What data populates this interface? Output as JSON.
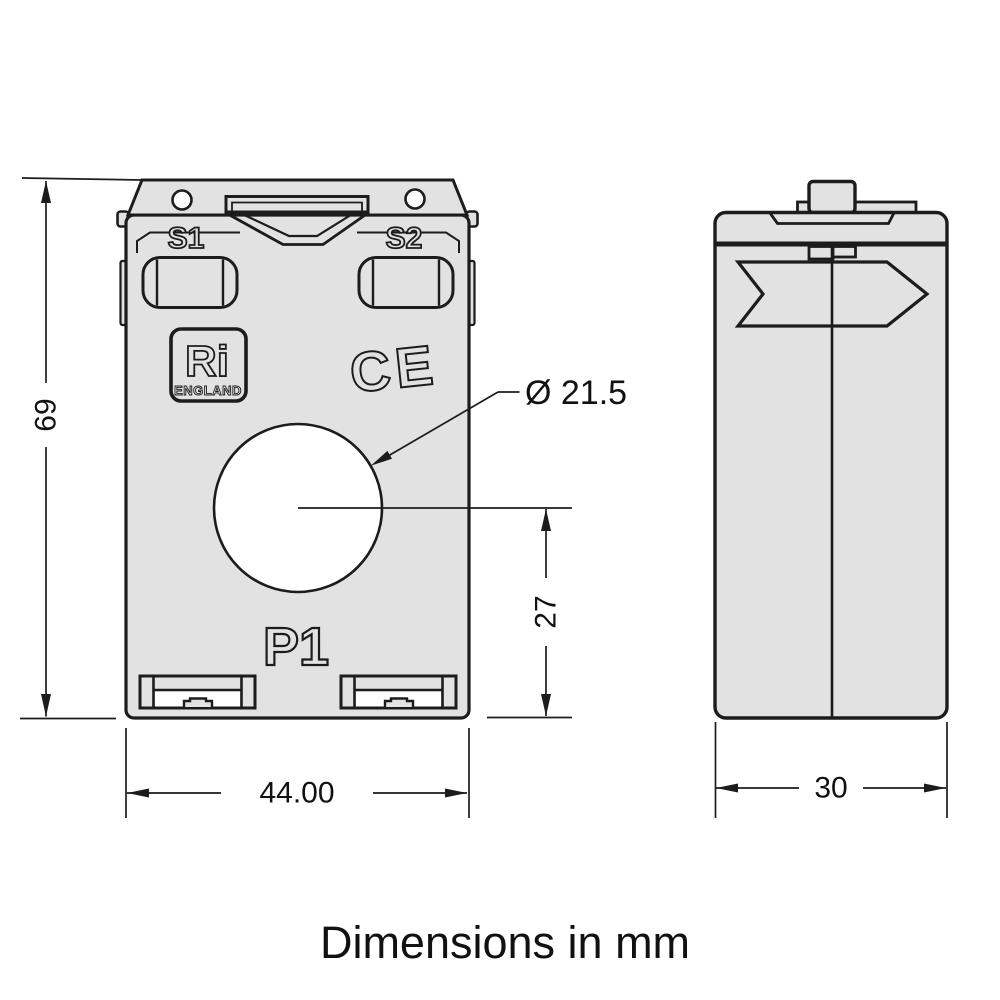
{
  "drawing": {
    "front_view": {
      "label_s1": "S1",
      "label_s2": "S2",
      "label_p1": "P1",
      "ce_mark": "CE",
      "logo_brand": "Ri",
      "logo_country": "ENGLAND"
    },
    "dimensions": {
      "overall_height_mm": "69",
      "overall_width_mm": "44.00",
      "overall_depth_mm": "30",
      "aperture_diameter_mm": "Ø 21.5",
      "aperture_center_to_base_mm": "27"
    },
    "footer_note": "Dimensions in mm",
    "colors": {
      "body_fill": "#e2e2e2",
      "outline": "#1c1c1c",
      "aperture_fill": "#ffffff",
      "background": "#ffffff"
    }
  }
}
